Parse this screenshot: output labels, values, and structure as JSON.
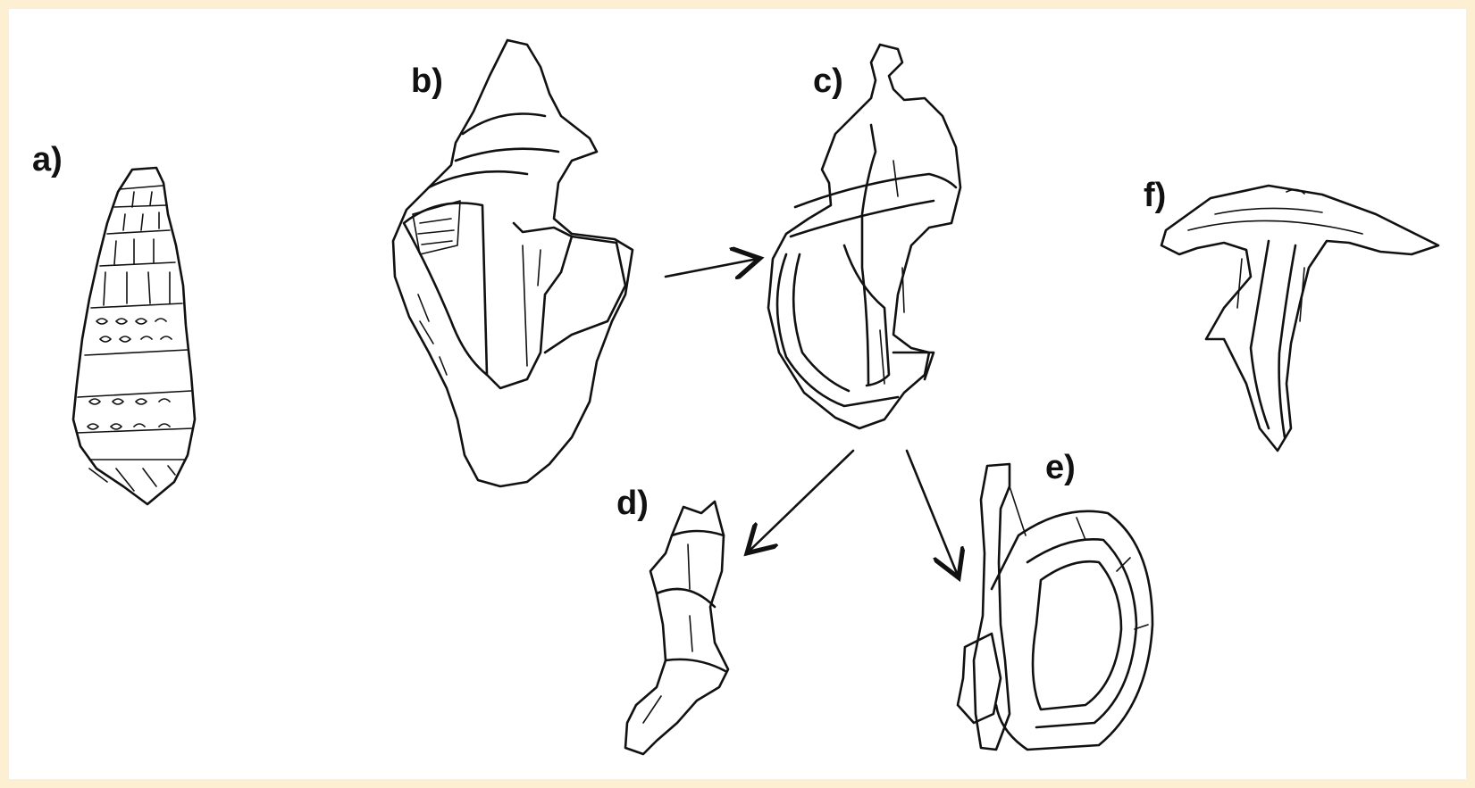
{
  "colors": {
    "background": "#fdf0d2",
    "panel": "#ffffff",
    "ink": "#111111"
  },
  "labels": {
    "a": "a)",
    "b": "b)",
    "c": "c)",
    "d": "d)",
    "e": "e)",
    "f": "f)"
  }
}
